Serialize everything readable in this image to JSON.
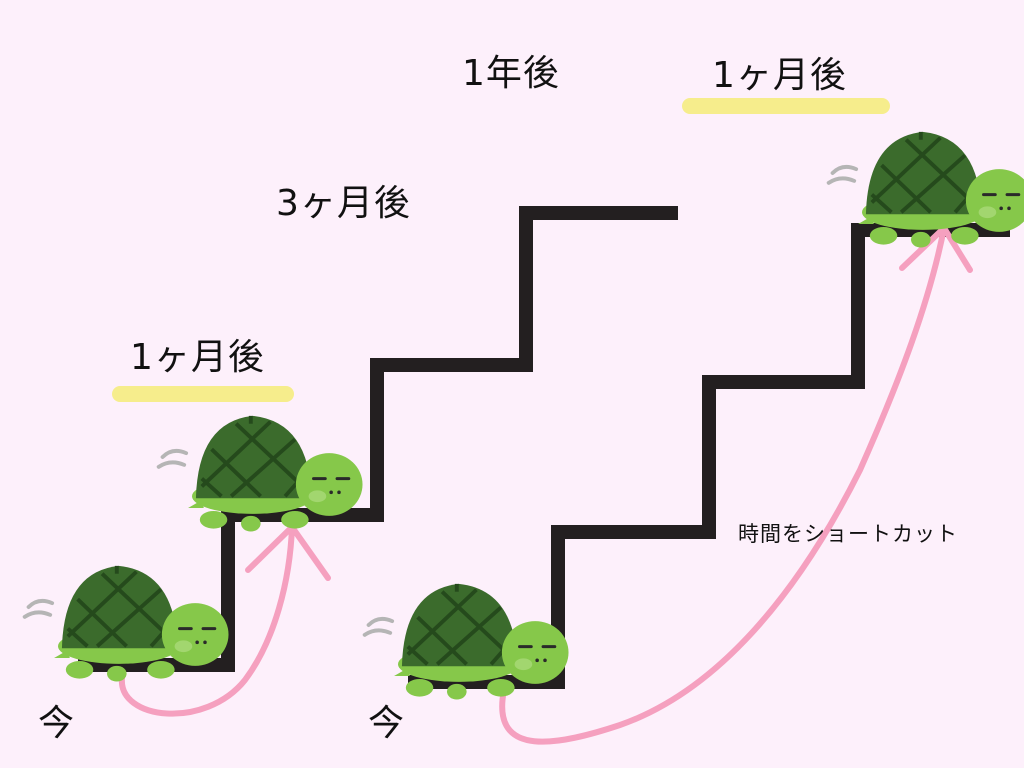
{
  "colors": {
    "background": "#fdf0fb",
    "stairs": "#231f20",
    "arrow": "#f5a0bf",
    "highlight": "#f5ec78",
    "turtle_shell": "#3b6b2c",
    "turtle_shell_dark": "#254a1c",
    "turtle_body": "#86c84a"
  },
  "icons": {
    "turtle": "turtle-icon",
    "arrow": "curved-arrow-icon"
  },
  "labels": {
    "now_left": "今",
    "now_right": "今",
    "one_month_left": "1ヶ月後",
    "three_months": "3ヶ月後",
    "one_year": "1年後",
    "one_month_right": "1ヶ月後",
    "shortcut": "時間をショートカット"
  }
}
